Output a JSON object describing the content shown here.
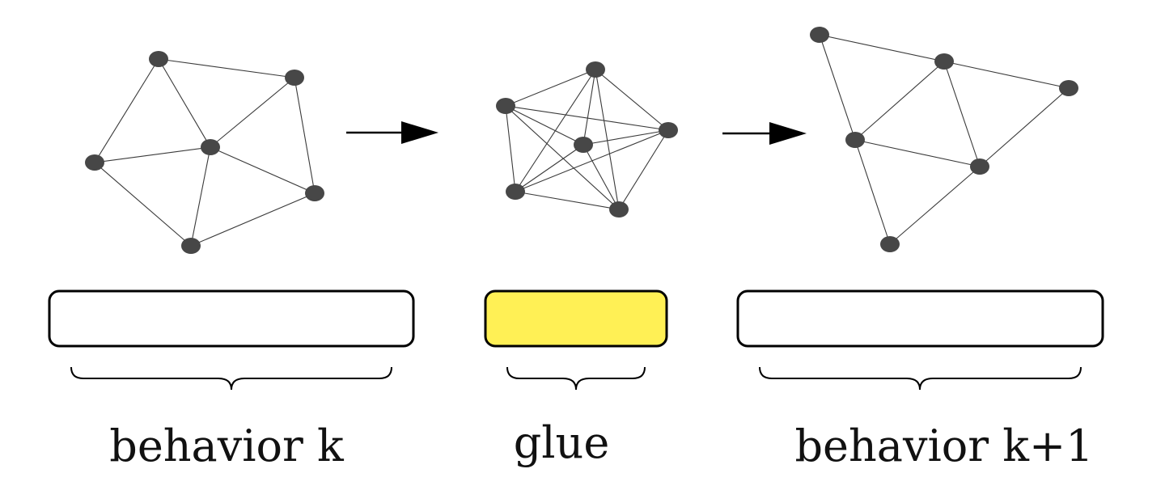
{
  "colors": {
    "node": "#474747",
    "edge": "#3a3a3a",
    "glue_fill": "#fff055",
    "behavior_fill": "#ffffff"
  },
  "segments": [
    {
      "label": "behavior k",
      "graph": "sparse-mesh",
      "box": "empty"
    },
    {
      "label": "glue",
      "graph": "dense-clique",
      "box": "highlighted"
    },
    {
      "label": "behavior k+1",
      "graph": "sparse-mesh",
      "box": "empty"
    }
  ],
  "arrows": 2
}
